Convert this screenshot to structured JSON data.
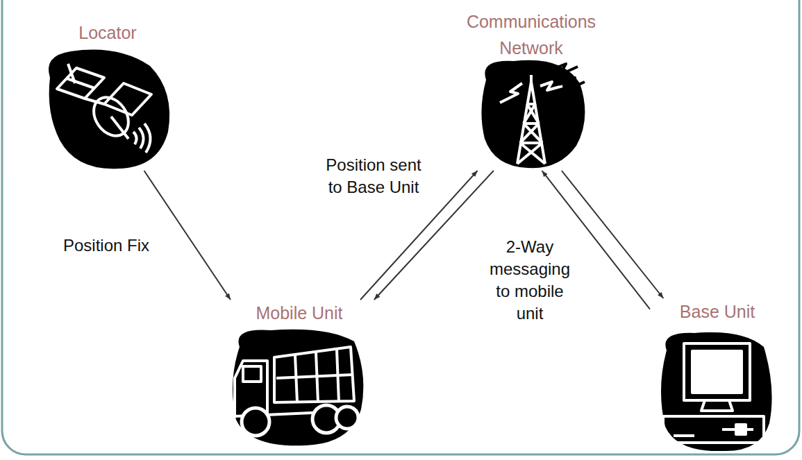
{
  "diagram": {
    "nodes": [
      {
        "text": [
          "Locator"
        ]
      },
      {
        "text": [
          "Communications Network"
        ]
      },
      {
        "text": [
          "Mobile Unit"
        ]
      },
      {
        "text": [
          "Base Unit"
        ]
      }
    ],
    "edges": [
      {
        "from": 0,
        "to": 2,
        "label": "Position Fix",
        "arrow": "to"
      },
      {
        "from": 2,
        "to": 1,
        "label": "Position sent to Base Unit",
        "arrow": "to"
      },
      {
        "from": 1,
        "to": 2,
        "arrow": "to"
      },
      {
        "from": 1,
        "to": 3,
        "arrow": "to"
      },
      {
        "from": 3,
        "to": 1,
        "arrow": "to"
      }
    ],
    "labels": [
      "2-Way messaging to mobile unit"
    ]
  }
}
